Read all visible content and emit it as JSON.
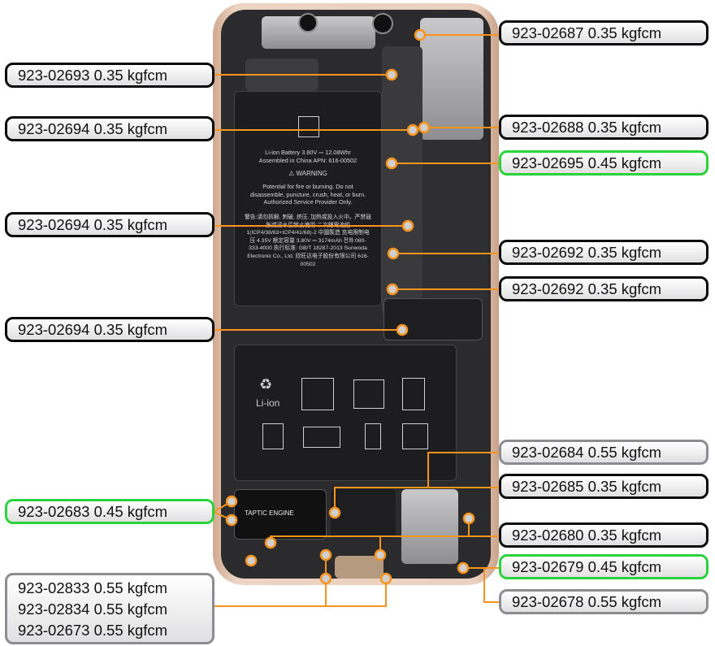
{
  "colors": {
    "leader": "#f7941d",
    "torque_0_35": "#0a0a0a",
    "torque_0_45": "#2ad33c",
    "torque_0_55": "#8c8c92"
  },
  "battery_top": {
    "line1": "Li-ion Battery 3.80V ⎓ 12.08Whr",
    "line2": "Assembled in China APN: 616-00502",
    "warning": "⚠ WARNING",
    "warn_text": "Potential for fire or burning. Do not disassemble, puncture, crush, heat, or burn. Authorized Service Provider Only.",
    "fine_print": "警告:请勿拆解, 刺破, 挤压, 加热或投入火中。严禁鼓胀或浸水后禁止使用 二次鋰電池組 1(ICP4/38/63+ICP4/41/68)-2 中國製造 充电限制电压 4.35V 额定容量 3.80V ⎓ 3174mAh 전화:080-333-4000 执行标准: GB/T 18287-2013 Sunwoda Electronic Co., Ltd. 欣旺达电子股份有限公司 616-00502"
  },
  "battery_bottom": {
    "li_ion": "Li-ion"
  },
  "taptic": {
    "label": " TAPTIC ENGINE"
  },
  "labels": [
    {
      "text": "923-02687 0.35 kgfcm",
      "torque": "0.35"
    },
    {
      "text": "923-02693 0.35 kgfcm",
      "torque": "0.35"
    },
    {
      "text": "923-02694 0.35 kgfcm",
      "torque": "0.35"
    },
    {
      "text": "923-02688 0.35 kgfcm",
      "torque": "0.35"
    },
    {
      "text": "923-02695 0.45 kgfcm",
      "torque": "0.45"
    },
    {
      "text": "923-02694 0.35 kgfcm",
      "torque": "0.35"
    },
    {
      "text": "923-02692 0.35 kgfcm",
      "torque": "0.35"
    },
    {
      "text": "923-02692 0.35 kgfcm",
      "torque": "0.35"
    },
    {
      "text": "923-02694 0.35 kgfcm",
      "torque": "0.35"
    },
    {
      "text": "923-02684 0.55 kgfcm",
      "torque": "0.55"
    },
    {
      "text": "923-02685 0.35 kgfcm",
      "torque": "0.35"
    },
    {
      "text": "923-02683 0.45 kgfcm",
      "torque": "0.45"
    },
    {
      "text": "923-02680 0.35 kgfcm",
      "torque": "0.35"
    },
    {
      "text": "923-02679 0.45 kgfcm",
      "torque": "0.45"
    },
    {
      "text": "923-02678 0.55 kgfcm",
      "torque": "0.55"
    }
  ],
  "multi_label": [
    "923-02833 0.55 kgfcm",
    "923-02834 0.55 kgfcm",
    "923-02673 0.55 kgfcm"
  ]
}
